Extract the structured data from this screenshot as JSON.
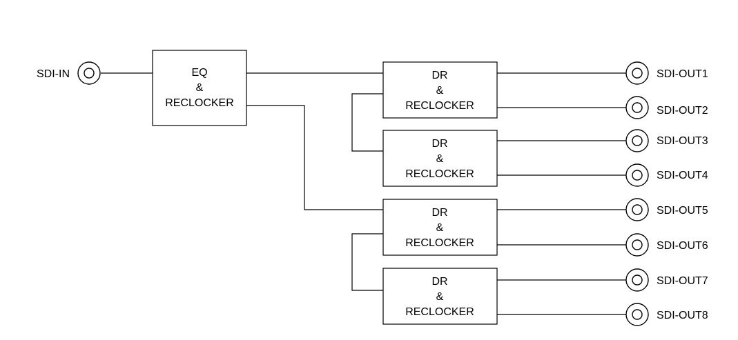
{
  "input": {
    "label": "SDI-IN"
  },
  "eq_block": {
    "lines": [
      "EQ",
      "&",
      "RECLOCKER"
    ]
  },
  "dr_blocks": [
    {
      "lines": [
        "DR",
        "&",
        "RECLOCKER"
      ]
    },
    {
      "lines": [
        "DR",
        "&",
        "RECLOCKER"
      ]
    },
    {
      "lines": [
        "DR",
        "&",
        "RECLOCKER"
      ]
    },
    {
      "lines": [
        "DR",
        "&",
        "RECLOCKER"
      ]
    }
  ],
  "outputs": [
    {
      "label": "SDI-OUT1"
    },
    {
      "label": "SDI-OUT2"
    },
    {
      "label": "SDI-OUT3"
    },
    {
      "label": "SDI-OUT4"
    },
    {
      "label": "SDI-OUT5"
    },
    {
      "label": "SDI-OUT6"
    },
    {
      "label": "SDI-OUT7"
    },
    {
      "label": "SDI-OUT8"
    }
  ]
}
